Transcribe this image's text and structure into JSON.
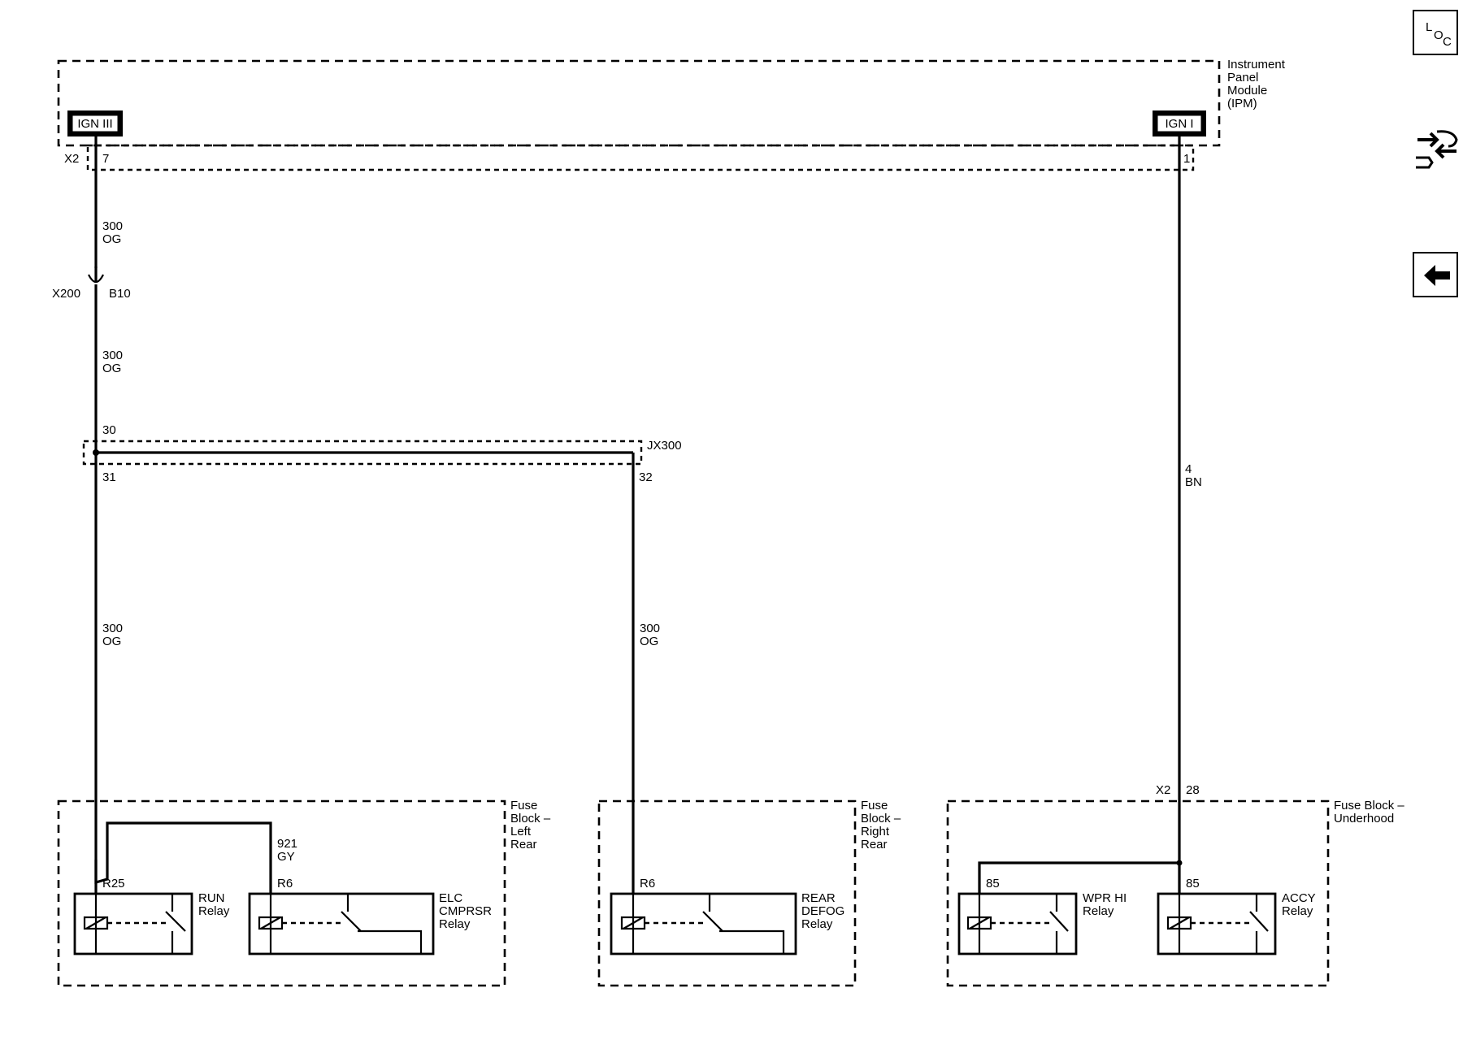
{
  "modules": {
    "ipm": {
      "name": [
        "Instrument",
        "Panel",
        "Module",
        "(IPM)"
      ]
    },
    "fuse_lr": {
      "name": [
        "Fuse",
        "Block –",
        "Left",
        "Rear"
      ]
    },
    "fuse_rr": {
      "name": [
        "Fuse",
        "Block –",
        "Right",
        "Rear"
      ]
    },
    "fuse_uh": {
      "name": [
        "Fuse Block –",
        "Underhood"
      ]
    }
  },
  "ign_iii": "IGN III",
  "ign_i": "IGN I",
  "connectors": {
    "x2_left": "X2",
    "pin7": "7",
    "pin1": "1",
    "x200": "X200",
    "b10": "B10",
    "jx300": "JX300",
    "p30": "30",
    "p31": "31",
    "p32": "32",
    "x2_right": "X2",
    "p28": "28"
  },
  "wires": {
    "w1": [
      "300",
      "OG"
    ],
    "w2": [
      "300",
      "OG"
    ],
    "w3": [
      "300",
      "OG"
    ],
    "w4": [
      "300",
      "OG"
    ],
    "w5": [
      "921",
      "GY"
    ],
    "w6": [
      "4",
      "BN"
    ]
  },
  "relays": {
    "run": {
      "pin": "R25",
      "name": [
        "RUN",
        "Relay"
      ]
    },
    "elc": {
      "pin": "R6",
      "name": [
        "ELC",
        "CMPRSR",
        "Relay"
      ]
    },
    "defog": {
      "pin": "R6",
      "name": [
        "REAR",
        "DEFOG",
        "Relay"
      ]
    },
    "wpr": {
      "pin": "85",
      "name": [
        "WPR HI",
        "Relay"
      ]
    },
    "accy": {
      "pin": "85",
      "name": [
        "ACCY",
        "Relay"
      ]
    }
  },
  "nav": {
    "loc_letters": [
      "L",
      "O",
      "C"
    ],
    "icons": [
      "location-icon",
      "connector-swap-icon",
      "back-arrow-icon"
    ]
  }
}
